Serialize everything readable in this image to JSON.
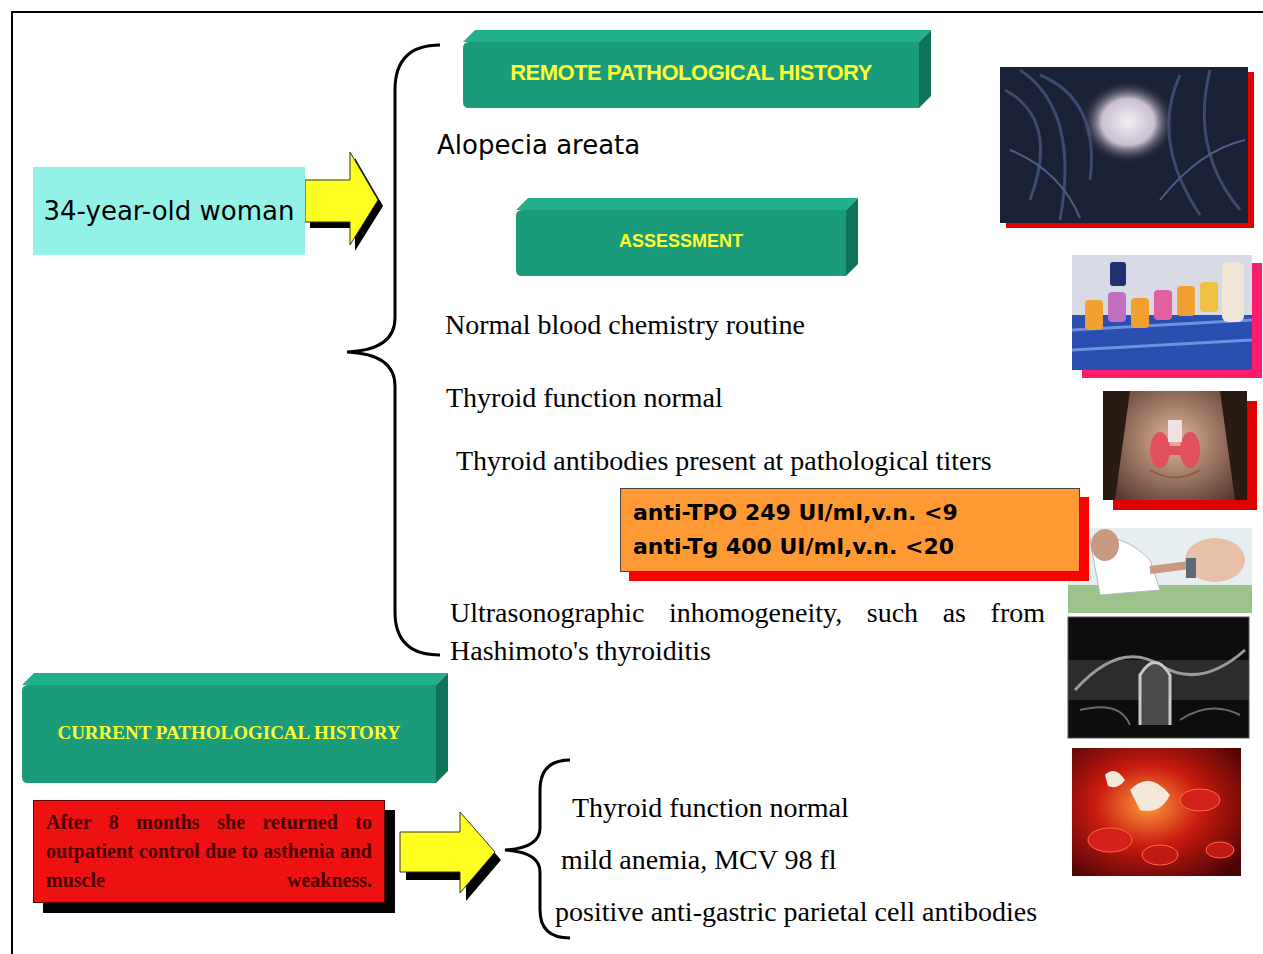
{
  "diagram": {
    "nodes": [
      {
        "text": [
          "34-year-old woman"
        ]
      },
      {
        "text": [
          "REMOTE PATHOLOGICAL HISTORY"
        ]
      },
      {
        "text": [
          "ASSESSMENT"
        ]
      },
      {
        "text": [
          "anti-TPO 249 UI/ml,v.n. <9",
          "anti-Tg 400 UI/ml,v.n. <20"
        ]
      },
      {
        "text": [
          "CURRENT PATHOLOGICAL HISTORY"
        ]
      },
      {
        "text": [
          "After 8 months she returned to outpatient control due to asthenia and muscle weakness."
        ]
      }
    ],
    "labels": [
      "Alopecia areata",
      "Normal blood chemistry routine",
      "Thyroid function normal",
      "Thyroid antibodies present at pathological titers",
      "Ultrasonographic inhomogeneity, such as from Hashimoto's thyroiditis",
      "Thyroid function normal",
      "mild anemia, MCV 98 fl",
      "positive anti-gastric parietal cell antibodies"
    ]
  }
}
